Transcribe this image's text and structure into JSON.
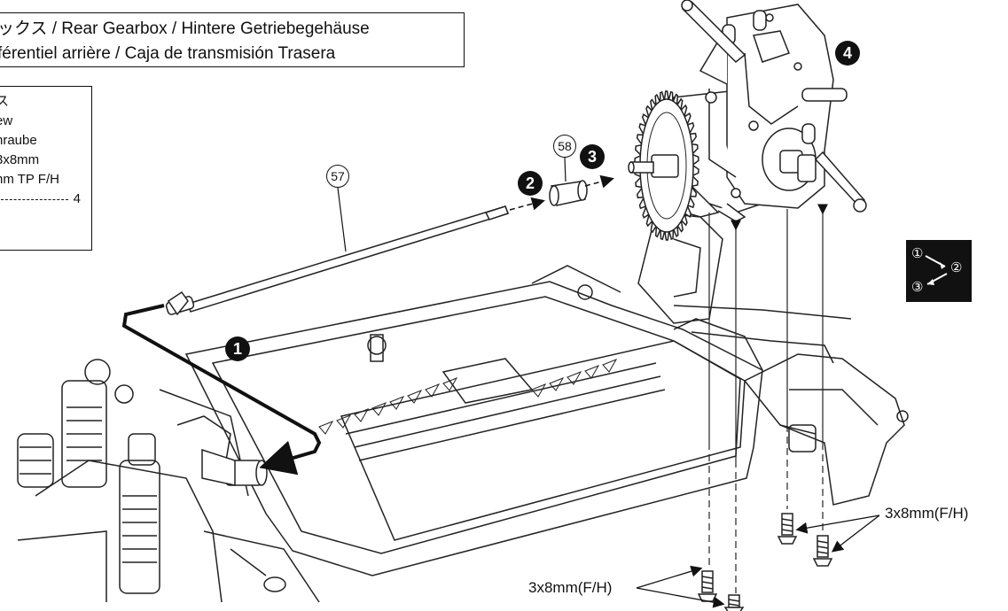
{
  "title": {
    "line1": "ックス / Rear Gearbox / Hintere Getriebegehäuse",
    "line2": "férentiel arrière / Caja de transmisión Trasera"
  },
  "screw_box": {
    "line1": "ス",
    "line2": "ew",
    "line3": "hraube",
    "line4": "3x8mm",
    "line5": "nm TP F/H",
    "quantity": "4"
  },
  "steps": [
    "1",
    "2",
    "3",
    "4"
  ],
  "parts": [
    "57",
    "58"
  ],
  "callouts": {
    "screws_right": "3x8mm(F/H)",
    "screws_bottom": "3x8mm(F/H)"
  },
  "order_box": {
    "one": "①",
    "two": "②",
    "three": "③"
  }
}
